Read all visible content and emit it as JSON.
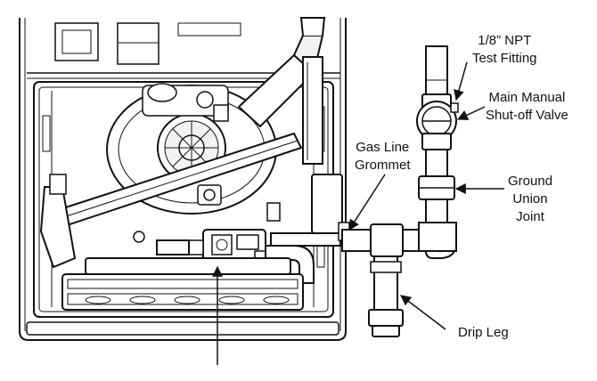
{
  "caption": "",
  "colors": {
    "line": "#111111",
    "background": "#ffffff",
    "fill_light": "#f2f2f2",
    "fill_mid": "#d9d9d9"
  },
  "callouts": {
    "test_fitting": {
      "line1": "1/8” NPT",
      "line2": "Test Fitting"
    },
    "shutoff_valve": {
      "line1": "Main Manual",
      "line2": "Shut-off Valve"
    },
    "grommet": {
      "line1": "Gas Line",
      "line2": "Grommet"
    },
    "union": {
      "line1": "Ground",
      "line2": "Union",
      "line3": "Joint"
    },
    "drip_leg": {
      "line1": "Drip Leg"
    }
  }
}
